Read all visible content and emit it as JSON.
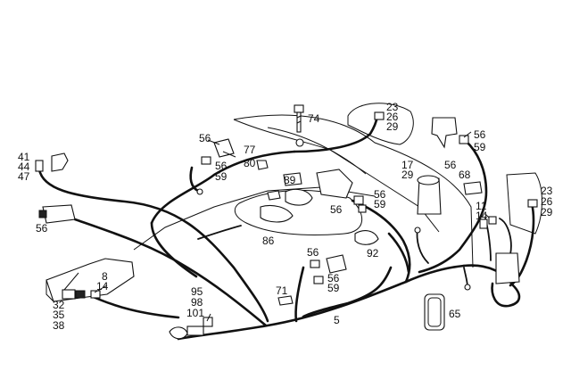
{
  "callouts": [
    {
      "id": "c74",
      "text": "74"
    },
    {
      "id": "c23a",
      "text": "23"
    },
    {
      "id": "c26a",
      "text": "26"
    },
    {
      "id": "c29a",
      "text": "29"
    },
    {
      "id": "c56a",
      "text": "56"
    },
    {
      "id": "c59a",
      "text": "59"
    },
    {
      "id": "c56b",
      "text": "56"
    },
    {
      "id": "c56c",
      "text": "56"
    },
    {
      "id": "c59c",
      "text": "59"
    },
    {
      "id": "c77",
      "text": "77"
    },
    {
      "id": "c80",
      "text": "80"
    },
    {
      "id": "c41",
      "text": "41"
    },
    {
      "id": "c44",
      "text": "44"
    },
    {
      "id": "c47",
      "text": "47"
    },
    {
      "id": "c17",
      "text": "17"
    },
    {
      "id": "c29b",
      "text": "29"
    },
    {
      "id": "c56d",
      "text": "56"
    },
    {
      "id": "c68",
      "text": "68"
    },
    {
      "id": "c89",
      "text": "89"
    },
    {
      "id": "c23b",
      "text": "23"
    },
    {
      "id": "c26b",
      "text": "26"
    },
    {
      "id": "c29c",
      "text": "29"
    },
    {
      "id": "c56e",
      "text": "56"
    },
    {
      "id": "c56f",
      "text": "56"
    },
    {
      "id": "c59f",
      "text": "59"
    },
    {
      "id": "c11",
      "text": "11"
    },
    {
      "id": "c14a",
      "text": "14"
    },
    {
      "id": "c56g",
      "text": "56"
    },
    {
      "id": "c86",
      "text": "86"
    },
    {
      "id": "c92",
      "text": "92"
    },
    {
      "id": "c56h",
      "text": "56"
    },
    {
      "id": "c56i",
      "text": "56"
    },
    {
      "id": "c59i",
      "text": "59"
    },
    {
      "id": "c8",
      "text": "8"
    },
    {
      "id": "c14b",
      "text": "14"
    },
    {
      "id": "c71",
      "text": "71"
    },
    {
      "id": "c95",
      "text": "95"
    },
    {
      "id": "c98",
      "text": "98"
    },
    {
      "id": "c101",
      "text": "101"
    },
    {
      "id": "c32",
      "text": "32"
    },
    {
      "id": "c35",
      "text": "35"
    },
    {
      "id": "c38",
      "text": "38"
    },
    {
      "id": "c65",
      "text": "65"
    },
    {
      "id": "c5",
      "text": "5"
    }
  ]
}
